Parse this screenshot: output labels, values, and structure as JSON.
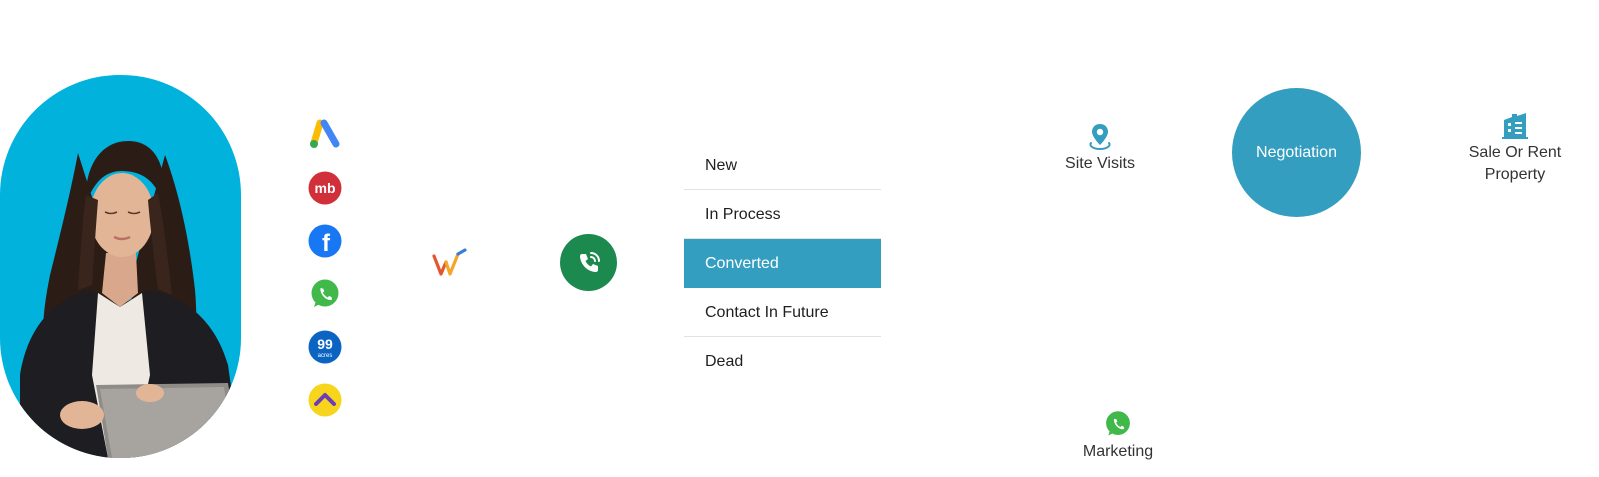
{
  "sources": [
    {
      "name": "google-ads-icon"
    },
    {
      "name": "magicbricks-icon",
      "label": "mb"
    },
    {
      "name": "facebook-icon",
      "label": "f"
    },
    {
      "name": "whatsapp-icon"
    },
    {
      "name": "99acres-icon",
      "label": "99",
      "sublabel": "acres"
    },
    {
      "name": "housing-icon"
    }
  ],
  "crm_logo": {
    "icon": "w-logo-icon"
  },
  "call": {
    "icon": "phone-icon",
    "color": "#1c8a4e"
  },
  "status_list": {
    "items": [
      "New",
      "In Process",
      "Converted",
      "Contact In Future",
      "Dead"
    ],
    "active": "Converted",
    "active_color": "#349ec0"
  },
  "pipeline": {
    "site_visits": {
      "label": "Site Visits",
      "icon": "location-pin-icon"
    },
    "negotiation": {
      "label": "Negotiation",
      "color": "#349ec0"
    },
    "sale_rent": {
      "line1": "Sale Or Rent",
      "line2": "Property",
      "icon": "building-icon"
    },
    "marketing": {
      "label": "Marketing",
      "icon": "whatsapp-icon"
    }
  },
  "colors": {
    "portrait_bg": "#00b2dc",
    "accent": "#349ec0"
  }
}
